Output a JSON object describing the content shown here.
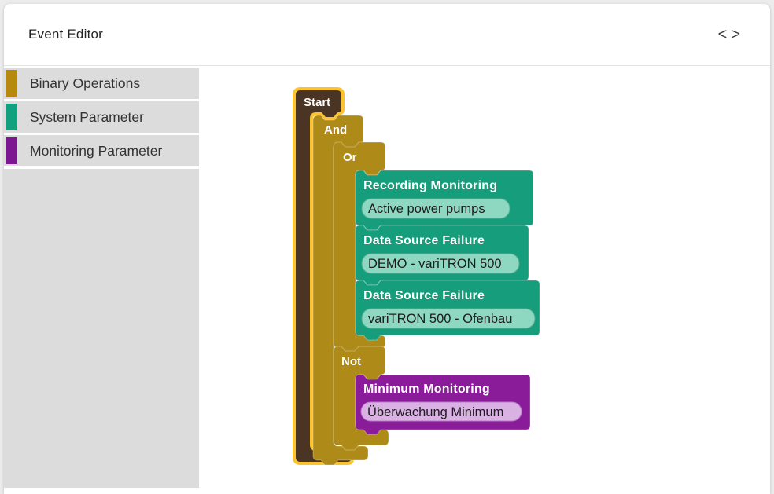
{
  "header": {
    "title": "Event Editor",
    "chevron_left": "<",
    "chevron_right": ">"
  },
  "toolbox": {
    "categories": [
      {
        "label": "Binary Operations",
        "color": "#b8890f"
      },
      {
        "label": "System Parameter",
        "color": "#12a17e"
      },
      {
        "label": "Monitoring Parameter",
        "color": "#7d1691"
      }
    ]
  },
  "workspace": {
    "blocks": {
      "start": {
        "label": "Start"
      },
      "and": {
        "label": "And"
      },
      "or": {
        "label": "Or"
      },
      "not": {
        "label": "Not"
      },
      "recording_monitoring": {
        "title": "Recording Monitoring",
        "value": "Active power pumps"
      },
      "data_source_failure_1": {
        "title": "Data Source Failure",
        "value": "DEMO - variTRON 500"
      },
      "data_source_failure_2": {
        "title": "Data Source Failure",
        "value": "variTRON 500 - Ofenbau"
      },
      "minimum_monitoring": {
        "title": "Minimum Monitoring",
        "value": "Überwachung Minimum"
      }
    },
    "colors": {
      "binary_block": "#ae8a19",
      "system_block": "#169e7c",
      "monitoring_block": "#8a1b99",
      "start_block_fill": "#4a3423",
      "selection_outline": "#fcc32d",
      "system_field_bg": "#8ed7c1",
      "monitoring_field_bg": "#d9b1e3"
    }
  }
}
